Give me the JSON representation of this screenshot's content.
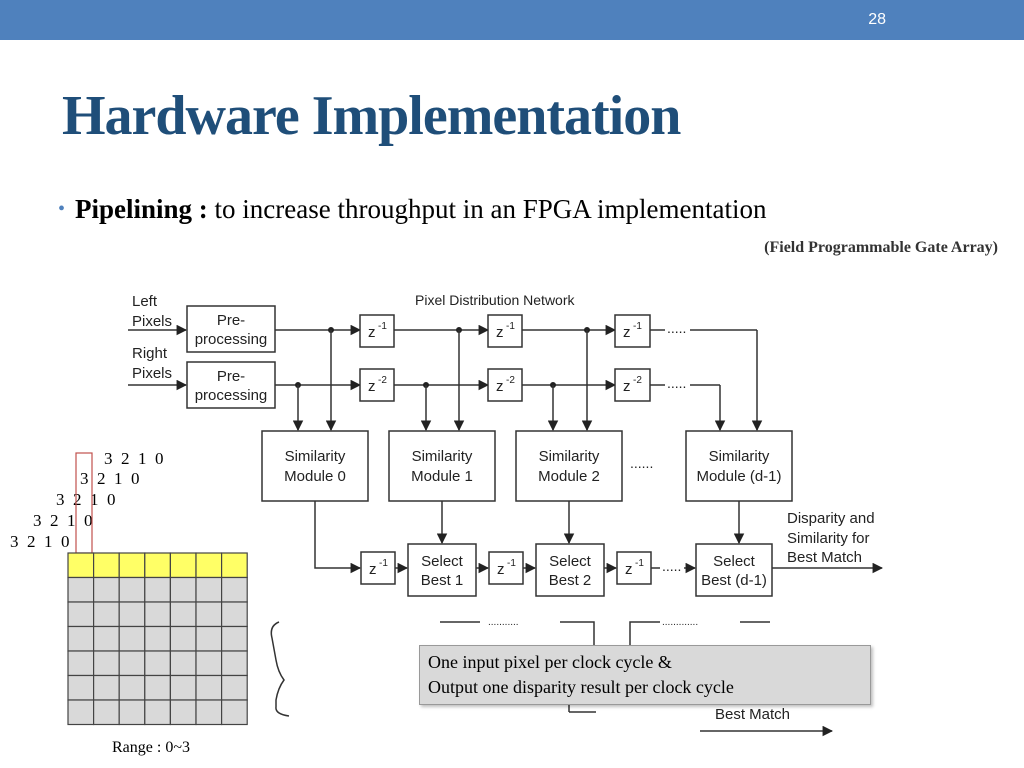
{
  "slide_number": "28",
  "title": "Hardware Implementation",
  "bullet": {
    "term": "Pipelining :",
    "text": " to increase throughput in an FPGA implementation"
  },
  "fpga_note": "(Field Programmable Gate Array)",
  "diagram": {
    "network_label": "Pixel Distribution Network",
    "left_label": [
      "Left",
      "Pixels"
    ],
    "right_label": [
      "Right",
      "Pixels"
    ],
    "preprocessing": [
      "Pre-",
      "processing"
    ],
    "delay_left": "z",
    "delay_left_exp": "-1",
    "delay_right": "z",
    "delay_right_exp": "-2",
    "modules": [
      [
        "Similarity",
        "Module 0"
      ],
      [
        "Similarity",
        "Module 1"
      ],
      [
        "Similarity",
        "Module 2"
      ],
      [
        "Similarity",
        "Module (d-1)"
      ]
    ],
    "select": [
      [
        "Select",
        "Best 1"
      ],
      [
        "Select",
        "Best 2"
      ],
      [
        "Select",
        "Best (d-1)"
      ]
    ],
    "output_label": [
      "Disparity and",
      "Similarity for",
      "Best Match"
    ],
    "partial_label": "Best Match",
    "ellipsis": "......"
  },
  "sequence_rows": [
    "3  2  1  0",
    "3  2  1  0",
    "3  2  1  0",
    "3  2  1  0",
    "3  2  1  0"
  ],
  "grid": {
    "rows": 7,
    "cols": 7,
    "highlight_color": "#ffff66",
    "cell_color": "#d9d9d9"
  },
  "callout": {
    "line1": "One input pixel per clock cycle &",
    "line2": "Output one disparity result per clock cycle"
  },
  "range_label": "Range : 0~3"
}
